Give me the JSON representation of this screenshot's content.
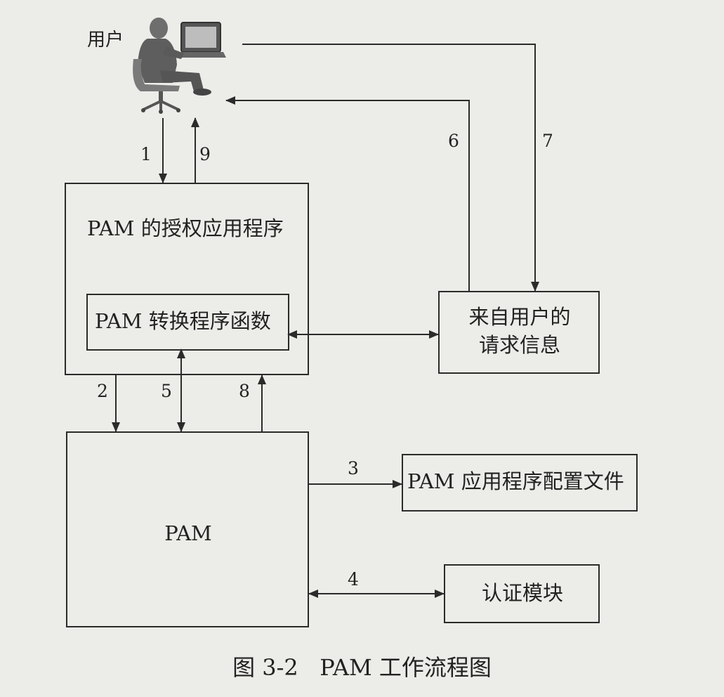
{
  "user": {
    "label": "用户",
    "icon": "user-at-computer-icon"
  },
  "boxes": {
    "pam_app": "PAM 的授权应用程序",
    "pam_conv": "PAM 转换程序函数",
    "user_request": [
      "来自用户的",
      "请求信息"
    ],
    "pam": "PAM",
    "pam_config": "PAM 应用程序配置文件",
    "auth_module": "认证模块"
  },
  "steps": {
    "s1": "1",
    "s2": "2",
    "s3": "3",
    "s4": "4",
    "s5": "5",
    "s6": "6",
    "s7": "7",
    "s8": "8",
    "s9": "9"
  },
  "caption": "图 3-2   PAM 工作流程图",
  "colors": {
    "background": "#ecece8",
    "line": "#2b2b2b"
  }
}
